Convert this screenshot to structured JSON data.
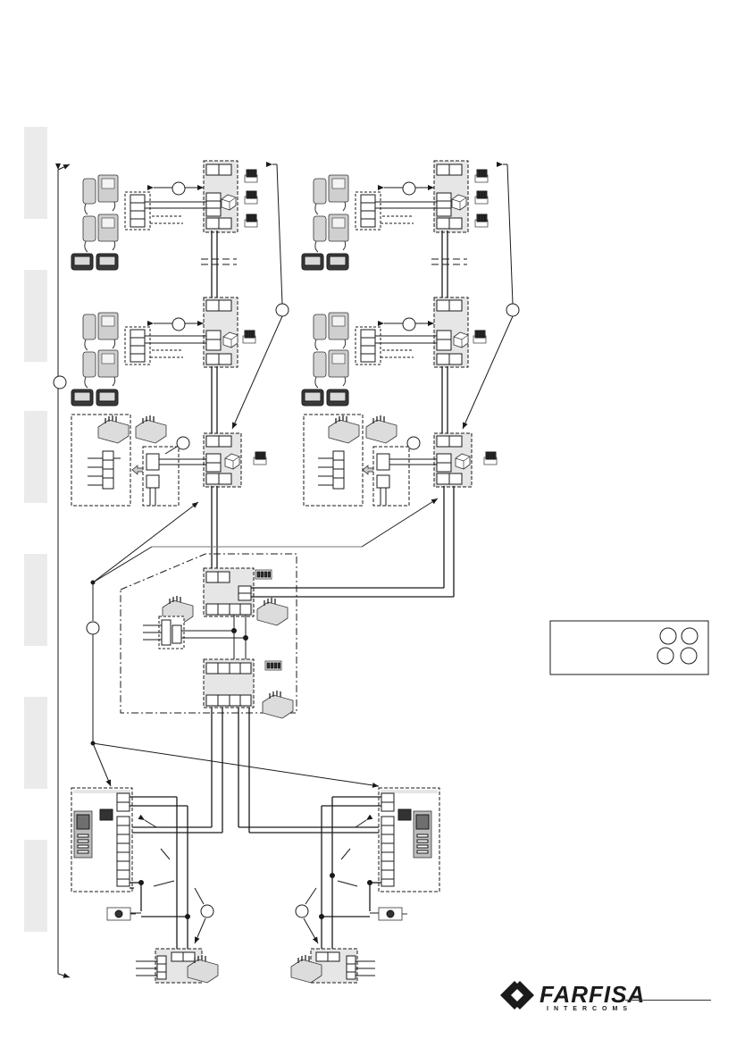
{
  "brand": {
    "name": "FARFISA",
    "subtitle": "INTERCOMS"
  },
  "side_tabs_count": 6,
  "colors": {
    "line": "#1a1a1a",
    "module_fill": "#e6e6e6",
    "tab_fill": "#ebebeb",
    "icon_fill": "#d4d4d4"
  },
  "icons": [
    "handset-icon",
    "video-monitor-icon",
    "power-supply-icon",
    "switch-bank-icon",
    "outdoor-panel-icon",
    "lock-icon"
  ]
}
